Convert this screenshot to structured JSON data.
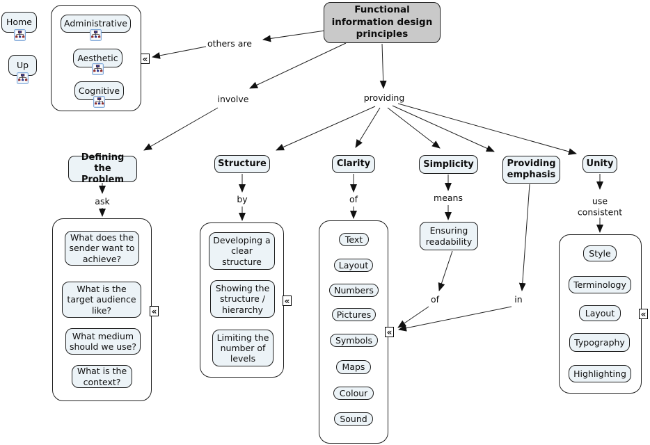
{
  "nav": {
    "home": "Home",
    "up": "Up"
  },
  "icons": {
    "collapse": "«",
    "cmap_icon": "concept-map-icon"
  },
  "colors": {
    "node_fill": "#ecf3f7",
    "title_fill": "#c9c9c9",
    "border": "#1c1c1c",
    "icon_border": "#7da7d9"
  },
  "main_node": {
    "label": "Functional information design principles",
    "lines": [
      "Functional",
      "information design",
      "principles"
    ]
  },
  "links": {
    "others_are": "others are",
    "involve": "involve",
    "providing": "providing",
    "ask": "ask",
    "by": "by",
    "of_clarity": "of",
    "means": "means",
    "of_readability": "of",
    "in_emphasis": "in",
    "use_consistent": "use consistent"
  },
  "categories": {
    "items": [
      "Administrative",
      "Aesthetic",
      "Cognitive"
    ]
  },
  "principles": {
    "defining": {
      "label": "Defining the Problem",
      "lines": [
        "Defining",
        "the Problem"
      ]
    },
    "structure": "Structure",
    "clarity": "Clarity",
    "simplicity": "Simplicity",
    "providing_emphasis": {
      "label": "Providing emphasis",
      "lines": [
        "Providing",
        "emphasis"
      ]
    },
    "unity": "Unity",
    "ensuring": "Ensuring readability"
  },
  "questions": {
    "items": [
      "What does the sender want to achieve?",
      "What is the target audience like?",
      "What medium should we use?",
      "What is the context?"
    ]
  },
  "structure_items": {
    "items": [
      "Developing a clear structure",
      "Showing the structure / hierarchy",
      "Limiting the number of levels"
    ]
  },
  "clarity_items": {
    "items": [
      "Text",
      "Layout",
      "Numbers",
      "Pictures",
      "Symbols",
      "Maps",
      "Colour",
      "Sound"
    ]
  },
  "unity_items": {
    "items": [
      "Style",
      "Terminology",
      "Layout",
      "Typography",
      "Highlighting"
    ]
  }
}
